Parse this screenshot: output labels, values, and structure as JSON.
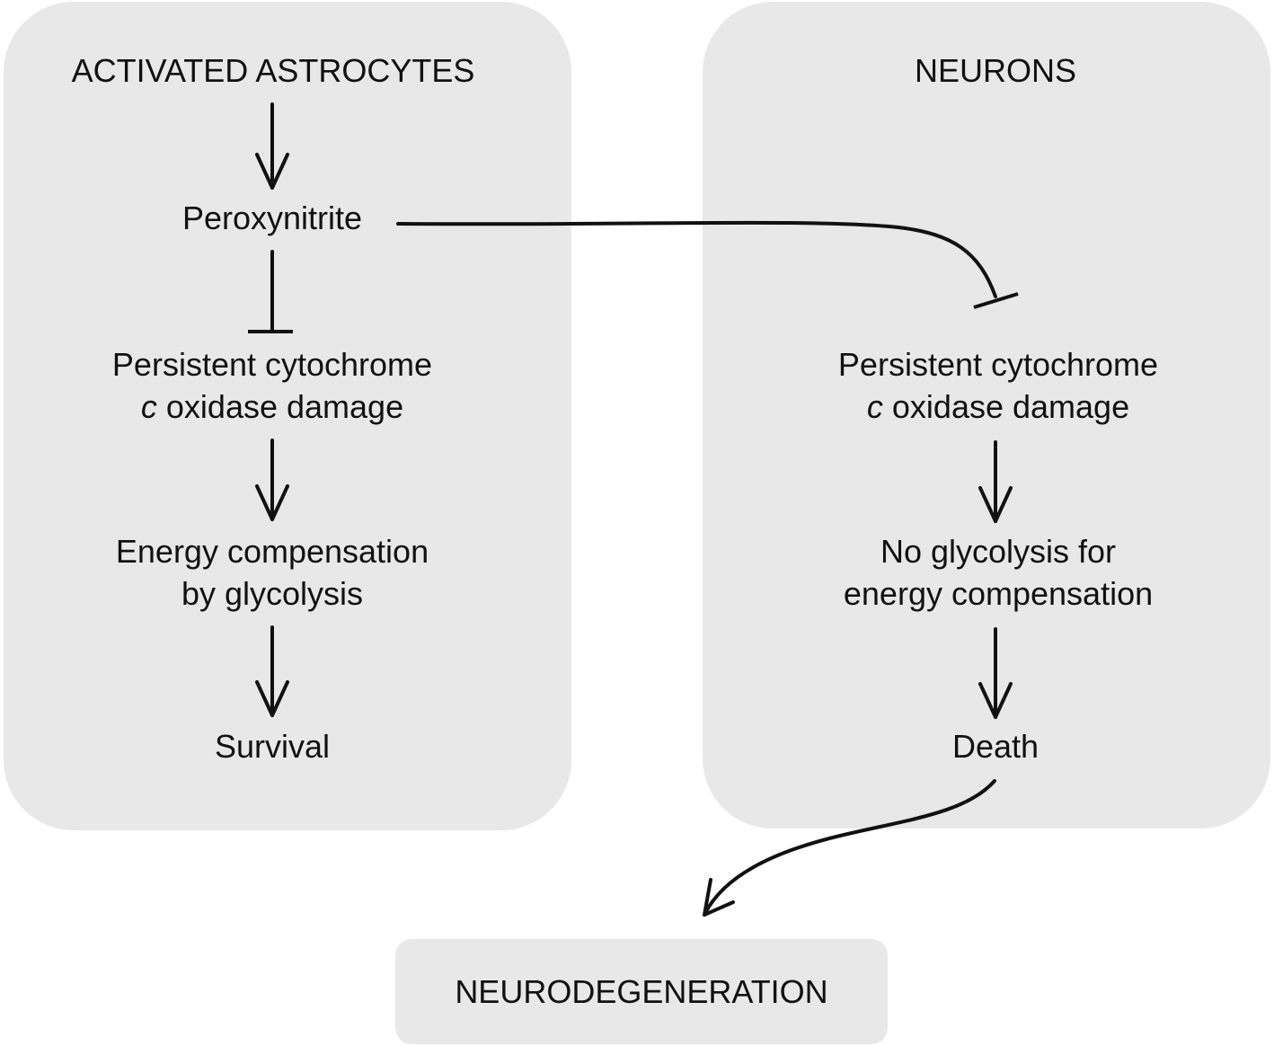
{
  "left_panel": {
    "title": "ACTIVATED ASTROCYTES",
    "peroxynitrite": "Peroxynitrite",
    "damage_line1": "Persistent cytochrome",
    "damage_line2_italic": "c",
    "damage_line2_rest": " oxidase damage",
    "energy_line1": "Energy compensation",
    "energy_line2": "by glycolysis",
    "outcome": "Survival"
  },
  "right_panel": {
    "title": "NEURONS",
    "damage_line1": "Persistent cytochrome",
    "damage_line2_italic": "c",
    "damage_line2_rest": " oxidase damage",
    "energy_line1": "No glycolysis for",
    "energy_line2": "energy compensation",
    "outcome": "Death"
  },
  "final": {
    "label": "NEURODEGENERATION"
  },
  "colors": {
    "panel_fill": "#e8e8e8",
    "stroke": "#111111"
  }
}
